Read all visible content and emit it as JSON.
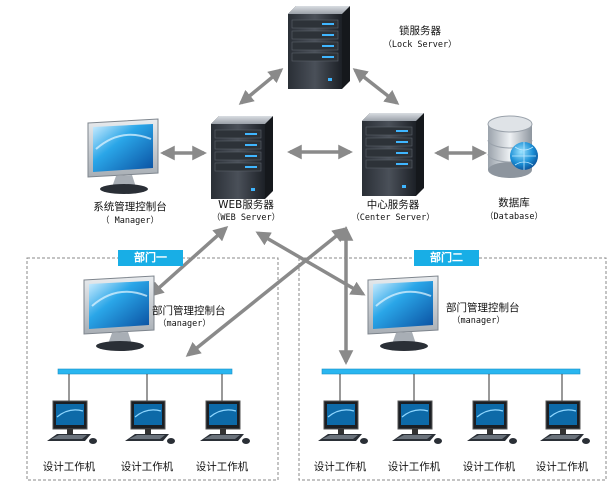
{
  "nodes": {
    "lock_server": {
      "name": "锁服务器",
      "sub": "（Lock Server）"
    },
    "web_server": {
      "name": "WEB服务器",
      "sub": "（WEB Server）"
    },
    "center_server": {
      "name": "中心服务器",
      "sub": "（Center Server）"
    },
    "database": {
      "name": "数据库",
      "sub": "（Database）"
    },
    "manager_console": {
      "name": "系统管理控制台",
      "sub": "（ Manager）"
    }
  },
  "departments": [
    {
      "tab": "部门一",
      "console_name": "部门管理控制台",
      "console_sub": "（manager）",
      "workstations": [
        "设计工作机",
        "设计工作机",
        "设计工作机"
      ]
    },
    {
      "tab": "部门二",
      "console_name": "部门管理控制台",
      "console_sub": "（manager）",
      "workstations": [
        "设计工作机",
        "设计工作机",
        "设计工作机",
        "设计工作机"
      ]
    }
  ],
  "colors": {
    "arrow": "#8a8a8a",
    "dept_tab": "#18aee6",
    "network_bus": "#29b6f0",
    "border": "#888888"
  }
}
